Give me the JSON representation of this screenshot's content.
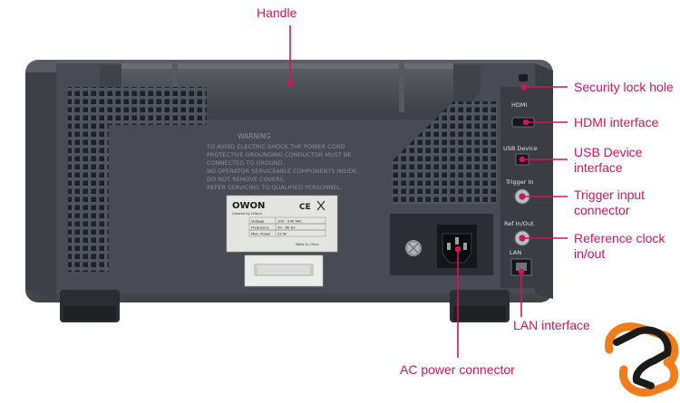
{
  "callouts": {
    "handle": "Handle",
    "security_lock_hole": "Security lock hole",
    "hdmi_interface": "HDMI interface",
    "usb_device_interface_line1": "USB Device",
    "usb_device_interface_line2": "interface",
    "trigger_input_line1": "Trigger input",
    "trigger_input_line2": "connector",
    "reference_clock_line1": "Reference clock",
    "reference_clock_line2": "in/out",
    "lan_interface": "LAN interface",
    "ac_power_connector": "AC power connector"
  },
  "panel_labels": {
    "hdmi": "HDMI",
    "usb_device": "USB Device",
    "trigger_in": "Trigger In",
    "ref_in_out": "Ref In/Out",
    "lan": "LAN"
  },
  "warning_label": {
    "title": "WARNING",
    "lines": [
      "TO AVOID ELECTRIC SHOCK THE POWER CORD",
      "PROTECTIVE GROUNDING CONDUCTOR MUST BE",
      "CONNECTED TO GROUND.",
      "NO OPERATOR SERVICEABLE COMPONENTS INSIDE.",
      "DO NOT REMOVE COVERS.",
      "REFER SERVICING TO QUALIFIED PERSONNEL."
    ]
  },
  "rating_label": {
    "brand": "OWON",
    "tagline": "Created by Lilliput",
    "rows": [
      {
        "key": "Voltage",
        "value": "100 - 240 VAC"
      },
      {
        "key": "Frequency",
        "value": "50 - 60 Hz"
      },
      {
        "key": "Max. Power",
        "value": "22 W"
      }
    ],
    "made_in": "Made in China"
  },
  "colors": {
    "accent": "#d4145a",
    "body": "#4b4f55",
    "logo_black": "#1a1a1a",
    "logo_orange": "#f07d1a"
  }
}
